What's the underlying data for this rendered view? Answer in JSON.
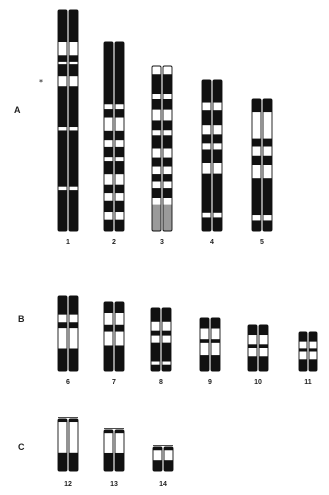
{
  "groups": [
    {
      "label": "A",
      "chromosomes": [
        {
          "number": "1",
          "sat_top": false,
          "bands": [
            [
              0,
              0.145,
              "b"
            ],
            [
              0.145,
              0.205,
              "w"
            ],
            [
              0.205,
              0.235,
              "b"
            ],
            [
              0.235,
              0.245,
              "w"
            ],
            [
              0.245,
              0.3,
              "b"
            ],
            [
              0.3,
              0.345,
              "w"
            ],
            [
              0.345,
              0.53,
              "b"
            ],
            [
              0.53,
              0.545,
              "w"
            ],
            [
              0.545,
              0.8,
              "b"
            ],
            [
              0.8,
              0.815,
              "w"
            ],
            [
              0.815,
              1,
              "b"
            ]
          ]
        },
        {
          "number": "2",
          "sat_top": false,
          "bands": [
            [
              0,
              0.33,
              "b"
            ],
            [
              0.33,
              0.355,
              "w"
            ],
            [
              0.355,
              0.4,
              "b"
            ],
            [
              0.4,
              0.47,
              "w"
            ],
            [
              0.47,
              0.52,
              "b"
            ],
            [
              0.52,
              0.555,
              "w"
            ],
            [
              0.555,
              0.61,
              "b"
            ],
            [
              0.61,
              0.63,
              "w"
            ],
            [
              0.63,
              0.7,
              "b"
            ],
            [
              0.7,
              0.755,
              "w"
            ],
            [
              0.755,
              0.8,
              "b"
            ],
            [
              0.8,
              0.84,
              "w"
            ],
            [
              0.84,
              0.9,
              "b"
            ],
            [
              0.9,
              0.94,
              "w"
            ],
            [
              0.94,
              1,
              "b"
            ]
          ]
        },
        {
          "number": "3",
          "sat_top": false,
          "bands": [
            [
              0,
              0.05,
              "w"
            ],
            [
              0.05,
              0.17,
              "b"
            ],
            [
              0.17,
              0.2,
              "w"
            ],
            [
              0.2,
              0.265,
              "b"
            ],
            [
              0.265,
              0.33,
              "w"
            ],
            [
              0.33,
              0.39,
              "b"
            ],
            [
              0.39,
              0.42,
              "w"
            ],
            [
              0.42,
              0.5,
              "b"
            ],
            [
              0.5,
              0.555,
              "w"
            ],
            [
              0.555,
              0.61,
              "b"
            ],
            [
              0.61,
              0.655,
              "w"
            ],
            [
              0.655,
              0.7,
              "b"
            ],
            [
              0.7,
              0.74,
              "w"
            ],
            [
              0.74,
              0.8,
              "b"
            ],
            [
              0.8,
              0.84,
              "w"
            ],
            [
              0.84,
              1,
              "g"
            ]
          ]
        },
        {
          "number": "4",
          "sat_top": false,
          "bands": [
            [
              0,
              0.15,
              "b"
            ],
            [
              0.15,
              0.2,
              "w"
            ],
            [
              0.2,
              0.3,
              "b"
            ],
            [
              0.3,
              0.36,
              "w"
            ],
            [
              0.36,
              0.42,
              "b"
            ],
            [
              0.42,
              0.46,
              "w"
            ],
            [
              0.46,
              0.55,
              "b"
            ],
            [
              0.55,
              0.62,
              "w"
            ],
            [
              0.62,
              0.88,
              "b"
            ],
            [
              0.88,
              0.91,
              "w"
            ],
            [
              0.91,
              1,
              "b"
            ]
          ]
        },
        {
          "number": "5",
          "sat_top": false,
          "bands": [
            [
              0,
              0.1,
              "b"
            ],
            [
              0.1,
              0.3,
              "w"
            ],
            [
              0.3,
              0.36,
              "b"
            ],
            [
              0.36,
              0.43,
              "w"
            ],
            [
              0.43,
              0.5,
              "b"
            ],
            [
              0.5,
              0.6,
              "w"
            ],
            [
              0.6,
              0.88,
              "b"
            ],
            [
              0.88,
              0.92,
              "w"
            ],
            [
              0.92,
              1,
              "b"
            ]
          ]
        }
      ]
    },
    {
      "label": "B",
      "chromosomes": [
        {
          "number": "6",
          "sat_top": false,
          "bands": [
            [
              0,
              0.25,
              "b"
            ],
            [
              0.25,
              0.35,
              "w"
            ],
            [
              0.35,
              0.43,
              "b"
            ],
            [
              0.43,
              0.7,
              "w"
            ],
            [
              0.7,
              1,
              "b"
            ]
          ]
        },
        {
          "number": "7",
          "sat_top": false,
          "bands": [
            [
              0,
              0.16,
              "b"
            ],
            [
              0.16,
              0.33,
              "w"
            ],
            [
              0.33,
              0.43,
              "b"
            ],
            [
              0.43,
              0.63,
              "w"
            ],
            [
              0.63,
              1,
              "b"
            ]
          ]
        },
        {
          "number": "8",
          "sat_top": false,
          "bands": [
            [
              0,
              0.22,
              "b"
            ],
            [
              0.22,
              0.36,
              "w"
            ],
            [
              0.36,
              0.44,
              "b"
            ],
            [
              0.44,
              0.55,
              "w"
            ],
            [
              0.55,
              0.85,
              "b"
            ],
            [
              0.85,
              0.9,
              "w"
            ],
            [
              0.9,
              1,
              "b"
            ]
          ]
        },
        {
          "number": "9",
          "sat_top": false,
          "bands": [
            [
              0,
              0.2,
              "b"
            ],
            [
              0.2,
              0.4,
              "w"
            ],
            [
              0.4,
              0.47,
              "b"
            ],
            [
              0.47,
              0.7,
              "w"
            ],
            [
              0.7,
              1,
              "b"
            ]
          ]
        },
        {
          "number": "10",
          "sat_top": false,
          "bands": [
            [
              0,
              0.22,
              "b"
            ],
            [
              0.22,
              0.42,
              "w"
            ],
            [
              0.42,
              0.5,
              "b"
            ],
            [
              0.5,
              0.68,
              "w"
            ],
            [
              0.68,
              1,
              "b"
            ]
          ]
        },
        {
          "number": "11",
          "sat_top": false,
          "bands": [
            [
              0,
              0.25,
              "b"
            ],
            [
              0.25,
              0.42,
              "w"
            ],
            [
              0.42,
              0.5,
              "b"
            ],
            [
              0.5,
              0.7,
              "w"
            ],
            [
              0.7,
              1,
              "b"
            ]
          ]
        }
      ]
    },
    {
      "label": "C",
      "chromosomes": [
        {
          "number": "12",
          "sat_top": true,
          "bands": [
            [
              0,
              0.06,
              "b"
            ],
            [
              0.06,
              0.65,
              "w"
            ],
            [
              0.65,
              1,
              "b"
            ]
          ]
        },
        {
          "number": "13",
          "sat_top": true,
          "bands": [
            [
              0,
              0.08,
              "b"
            ],
            [
              0.08,
              0.56,
              "w"
            ],
            [
              0.56,
              1,
              "b"
            ]
          ]
        },
        {
          "number": "14",
          "sat_top": true,
          "bands": [
            [
              0,
              0.14,
              "b"
            ],
            [
              0.14,
              0.55,
              "w"
            ],
            [
              0.55,
              1,
              "b"
            ]
          ]
        }
      ]
    }
  ],
  "marker": {
    "glyph": "*",
    "chromosome": "1"
  },
  "colors": {
    "dark_band": "#111111",
    "light_band": "#ffffff",
    "gray_band": "#9a9a9a",
    "outline": "#111111"
  }
}
